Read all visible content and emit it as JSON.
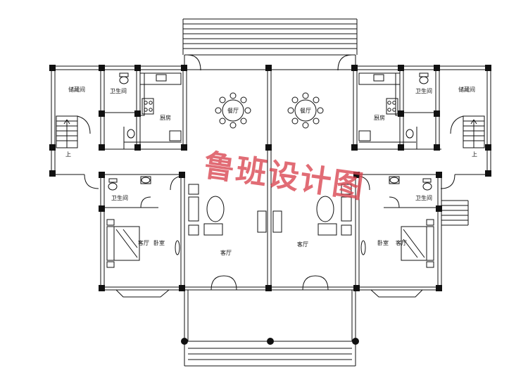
{
  "plan": {
    "rooms": {
      "storage": "储藏间",
      "bathroom": "卫生间",
      "kitchen": "厨房",
      "dining": "餐厅",
      "living": "客厅",
      "bedroom": "卧室",
      "bedroom_side": "客厅"
    },
    "stair_up": "上"
  },
  "watermark": "鲁班设计图",
  "colors": {
    "line": "#111111",
    "watermark": "#d9434e"
  }
}
